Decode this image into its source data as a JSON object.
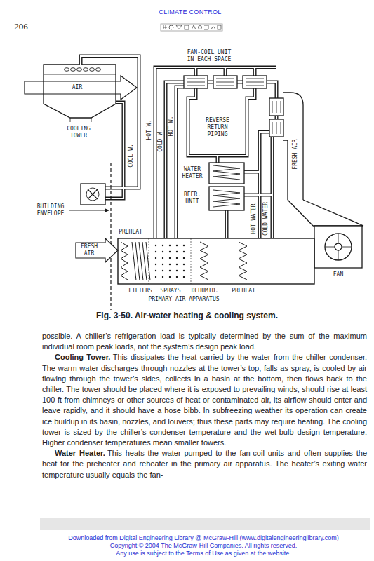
{
  "diagram": {
    "caption": "Fig. 3-50. Air-water heating & cooling system.",
    "labels": [
      "CLIMATE CONTROL",
      "206",
      "FAN-COIL UNIT IN EACH SPACE",
      "AIR",
      "COOLING TOWER",
      "COOL W.",
      "HOT W.",
      "COLD W.",
      "HOT W.",
      "REVERSE RETURN PIPING",
      "FRESH AIR",
      "WATER HEATER",
      "REFR. UNIT",
      "HOT WATER",
      "COLD WATER",
      "BUILDING ENVELOPE",
      "PREHEAT",
      "FRESH AIR",
      "FAN",
      "FILTERS",
      "SPRAYS",
      "DEHUMID.",
      "PREHEAT",
      "PRIMARY AIR APPARATUS",
      "possible. A chiller’s refrigeration load is typically determined by the sum of the maximum individual room peak loads, not the system’s design peak load.",
      "Cooling Tower.",
      "This dissipates the heat carried by the water from the chiller condenser. The warm water discharges through nozzles at the tower’s top, falls as spray, is cooled by air flowing through the tower’s sides, collects in a basin at the bottom, then flows back to the chiller. The tower should be placed where it is exposed to prevailing winds, should rise at least 100 ft from chimneys or other sources of heat or contaminated air, its airflow should enter and leave rapidly, and it should have a hose bibb. In subfreezing weather its operation can create ice buildup in its basin, nozzles, and louvers; thus these parts may require heating. The cooling tower is sized by the chiller’s condenser temperature and the wet-bulb design temperature. Higher condenser temperatures mean smaller towers.",
      "Water Heater.",
      "This heats the water pumped to the fan-coil units and often supplies the heat for the preheater and reheater in the primary air apparatus. The heater’s exiting water temperature usually equals the fan-",
      "Downloaded from Digital Engineering Library @ McGraw-Hill (www.digitalengineeringlibrary.com)",
      "Copyright © 2004 The McGraw-Hill Companies. All rights reserved.",
      "Any use is subject to the Terms of Use as given at the website."
    ]
  }
}
